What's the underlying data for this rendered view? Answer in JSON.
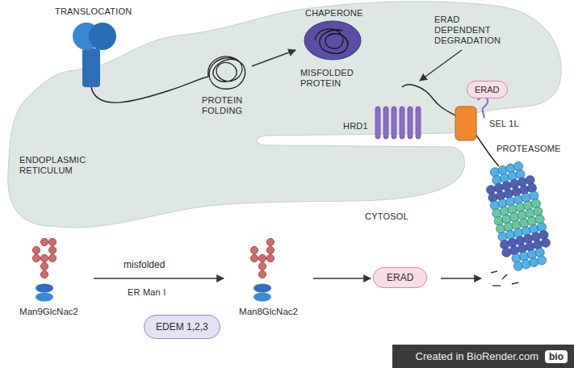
{
  "diagram": {
    "nodes": [
      {
        "text": [
          "ERAD"
        ]
      },
      {
        "text": [
          "Man9GlcNac2"
        ]
      },
      {
        "text": [
          "EDEM 1,2,3"
        ]
      },
      {
        "text": [
          "Man8GlcNac2"
        ]
      },
      {
        "text": [
          "ERAD"
        ]
      },
      {
        "text": [
          "Created in BioRender.com",
          "bio"
        ]
      }
    ],
    "edges": [
      {
        "from": 1,
        "to": 3,
        "arrow": "to",
        "label": "misfolded"
      },
      {
        "from": 3,
        "to": 4,
        "arrow": "to"
      }
    ],
    "labels": [
      "TRANSLOCATION",
      "ENDOPLASMIC RETICULUM",
      "PROTEIN FOLDING",
      "CHAPERONE",
      "MISFOLDED PROTEIN",
      "ERAD DEPENDENT DEGRADATION",
      "HRD1",
      "SEL 1L",
      "PROTEASOME",
      "CYTOSOL",
      "ER Man I"
    ]
  }
}
